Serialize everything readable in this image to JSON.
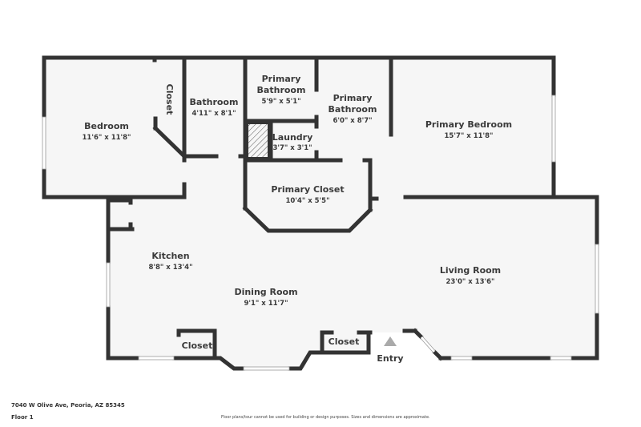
{
  "colors": {
    "wall": "#333333",
    "floor_fill": "#f6f6f6",
    "window": "#ffffff",
    "hatch": "#555555",
    "entry_marker": "#aaaaaa",
    "text": "#3a3a3a"
  },
  "rooms": {
    "bedroom": {
      "name": "Bedroom",
      "dims": "11'6\" x 11'8\""
    },
    "closet_bedroom": {
      "name": "Closet"
    },
    "bathroom": {
      "name": "Bathroom",
      "dims": "4'11\" x 8'1\""
    },
    "primary_bathroom_small": {
      "name_line1": "Primary",
      "name_line2": "Bathroom",
      "dims": "5'9\" x 5'1\""
    },
    "primary_bathroom_large": {
      "name_line1": "Primary",
      "name_line2": "Bathroom",
      "dims": "6'0\" x 8'7\""
    },
    "laundry": {
      "name": "Laundry",
      "dims": "3'7\" x 3'1\""
    },
    "primary_bedroom": {
      "name": "Primary Bedroom",
      "dims": "15'7\" x 11'8\""
    },
    "primary_closet": {
      "name": "Primary Closet",
      "dims": "10'4\" x 5'5\""
    },
    "kitchen": {
      "name": "Kitchen",
      "dims": "8'8\" x 13'4\""
    },
    "dining_room": {
      "name": "Dining Room",
      "dims": "9'1\" x 11'7\""
    },
    "living_room": {
      "name": "Living Room",
      "dims": "23'0\" x 13'6\""
    },
    "closet_dining": {
      "name": "Closet"
    },
    "closet_entry": {
      "name": "Closet"
    },
    "entry": {
      "name": "Entry"
    }
  },
  "footer": {
    "address": "7040 W Olive Ave, Peoria, AZ 85345",
    "floor": "Floor 1",
    "disclaimer": "Floor plans/tour cannot be used for building or design purposes. Sizes and dimensions are approximate."
  }
}
